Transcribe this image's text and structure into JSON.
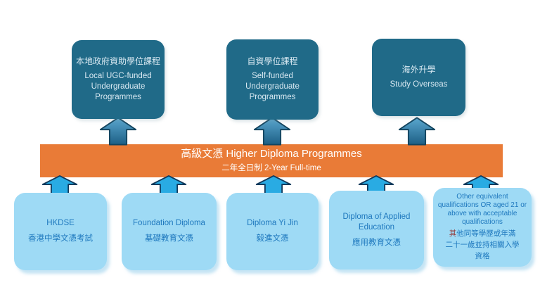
{
  "diagram": {
    "title_semantic": "Higher Diploma Programmes progression pathway",
    "colors": {
      "background": "#ffffff",
      "top_box_fill": "#206A88",
      "top_box_text": "#D9E9F2",
      "bar_fill": "#E97B37",
      "bar_text": "#FFFFFF",
      "bottom_box_fill": "#9EDAF5",
      "bottom_box_text": "#1E78BE",
      "top_arrow_gradient_top": "#5AA7CF",
      "top_arrow_gradient_bottom": "#1D5F85",
      "top_arrow_stroke": "#14455F",
      "bottom_arrow_fill": "#29ABE3",
      "bottom_arrow_stroke": "#123A5C",
      "highlight_char_color": "#943634"
    },
    "destinations": [
      {
        "zh": "本地政府資助學位課程",
        "en": "Local UGC-funded Undergraduate Programmes"
      },
      {
        "zh": "自資學位課程",
        "en": "Self-funded Undergraduate Programmes"
      },
      {
        "zh": "海外升學",
        "en": "Study Overseas"
      }
    ],
    "programme_bar": {
      "title": "高級文憑 Higher Diploma Programmes",
      "subtitle": "二年全日制 2-Year Full-time"
    },
    "entry_qualifications": [
      {
        "en": "HKDSE",
        "zh": "香港中學文憑考試"
      },
      {
        "en": "Foundation Diploma",
        "zh": "基礎教育文憑"
      },
      {
        "en": "Diploma Yi Jin",
        "zh": "毅進文憑"
      },
      {
        "en": "Diploma of Applied Education",
        "zh": "應用教育文憑"
      },
      {
        "en": "Other equivalent qualifications OR aged 21 or above with acceptable qualifications",
        "zh_line1_first": "其",
        "zh_line1_rest": "他同等學歷或年滿",
        "zh_line2": "二十一歲並持相關入學",
        "zh_line3": "資格"
      }
    ]
  }
}
